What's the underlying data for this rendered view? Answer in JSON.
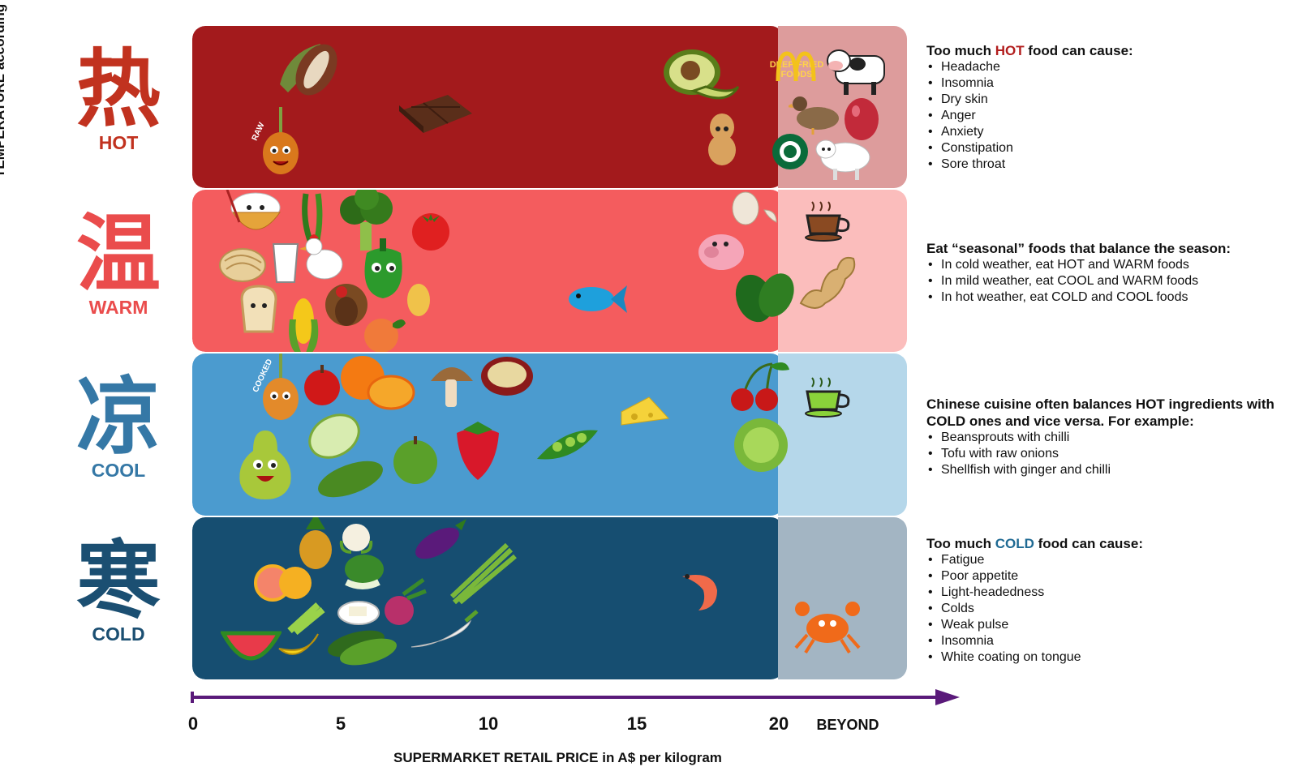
{
  "y_axis_label": "TEMPERATURE according to ancient Chinese wisdom",
  "x_axis": {
    "label": "SUPERMARKET RETAIL PRICE in A$ per kilogram",
    "ticks": [
      "0",
      "5",
      "10",
      "15",
      "20",
      "BEYOND"
    ]
  },
  "categories": [
    {
      "chinese": "热",
      "english": "HOT",
      "color": "#c1321f"
    },
    {
      "chinese": "温",
      "english": "WARM",
      "color": "#ea4c4c"
    },
    {
      "chinese": "凉",
      "english": "COOL",
      "color": "#3578a6"
    },
    {
      "chinese": "寒",
      "english": "COLD",
      "color": "#1b4f72"
    }
  ],
  "band_colors": {
    "hot": [
      "#a31a1c",
      "#dd9c9c"
    ],
    "warm": [
      "#f45c5e",
      "#fbbdbc"
    ],
    "cool": [
      "#4b9bcf",
      "#b5d7ea"
    ],
    "cold": [
      "#164e71",
      "#a3b5c3"
    ]
  },
  "image_labels": {
    "raw": "RAW",
    "cooked": "COOKED",
    "deep_fried": "DEEP-FRIED FOODS"
  },
  "notes": {
    "hot": {
      "prefix": "Too much ",
      "highlight": "HOT",
      "suffix": " food can cause:",
      "items": [
        "Headache",
        "Insomnia",
        "Dry skin",
        "Anger",
        "Anxiety",
        "Constipation",
        "Sore throat"
      ]
    },
    "seasonal": {
      "heading": "Eat “seasonal” foods that balance the season:",
      "items": [
        "In cold weather, eat HOT and WARM foods",
        "In mild weather, eat COOL and WARM foods",
        "In hot weather, eat COLD and COOL foods"
      ]
    },
    "cuisine": {
      "heading": "Chinese cuisine often balances HOT ingredients with COLD ones and vice versa. For example:",
      "items": [
        "Beansprouts with chilli",
        "Tofu with raw onions",
        "Shellfish with ginger and chilli"
      ]
    },
    "cold": {
      "prefix": "Too much ",
      "highlight": "COLD",
      "suffix": " food can cause:",
      "items": [
        "Fatigue",
        "Poor appetite",
        "Light-headedness",
        "Colds",
        "Weak pulse",
        "Insomnia",
        "White coating on tongue"
      ]
    }
  }
}
